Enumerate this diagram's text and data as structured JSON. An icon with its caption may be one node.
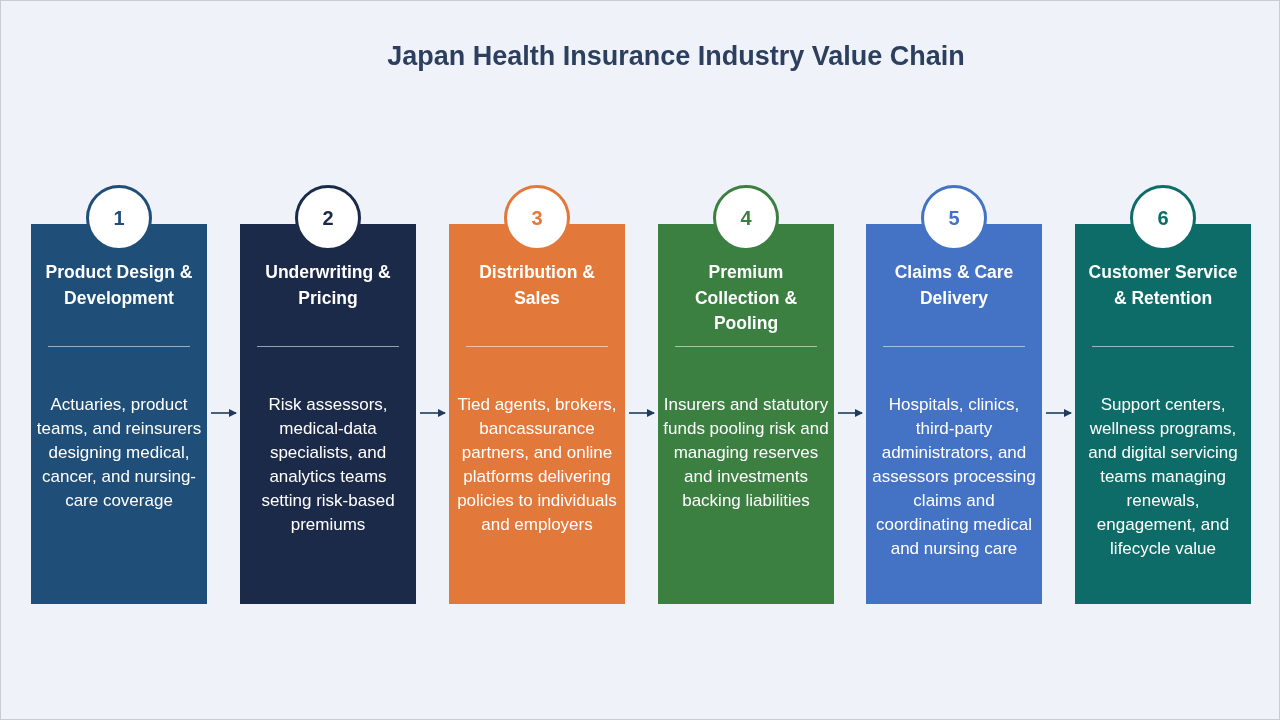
{
  "diagram": {
    "title": "Japan Health Insurance Industry Value Chain",
    "nodes": [
      {
        "text": [
          "1",
          "Product Design & Development",
          "Actuaries, product teams, and reinsurers designing medical, cancer, and nursing-care coverage"
        ]
      },
      {
        "text": [
          "2",
          "Underwriting & Pricing",
          "Risk assessors, medical-data specialists, and analytics teams setting risk-based premiums"
        ]
      },
      {
        "text": [
          "3",
          "Distribution & Sales",
          "Tied agents, brokers, bancassurance partners, and online platforms delivering policies to individuals and employers"
        ]
      },
      {
        "text": [
          "4",
          "Premium Collection & Pooling",
          "Insurers and statutory funds pooling risk and managing reserves and investments backing liabilities"
        ]
      },
      {
        "text": [
          "5",
          "Claims & Care Delivery",
          "Hospitals, clinics, third-party administrators, and assessors processing claims and coordinating medical and nursing care"
        ]
      },
      {
        "text": [
          "6",
          "Customer Service & Retention",
          "Support centers, wellness programs, and digital servicing teams managing renewals, engagement, and lifecycle value"
        ]
      }
    ],
    "edges": [
      {
        "from": 0,
        "to": 1,
        "arrow": "to"
      },
      {
        "from": 1,
        "to": 2,
        "arrow": "to"
      },
      {
        "from": 2,
        "to": 3,
        "arrow": "to"
      },
      {
        "from": 3,
        "to": 4,
        "arrow": "to"
      },
      {
        "from": 4,
        "to": 5,
        "arrow": "to"
      }
    ]
  }
}
